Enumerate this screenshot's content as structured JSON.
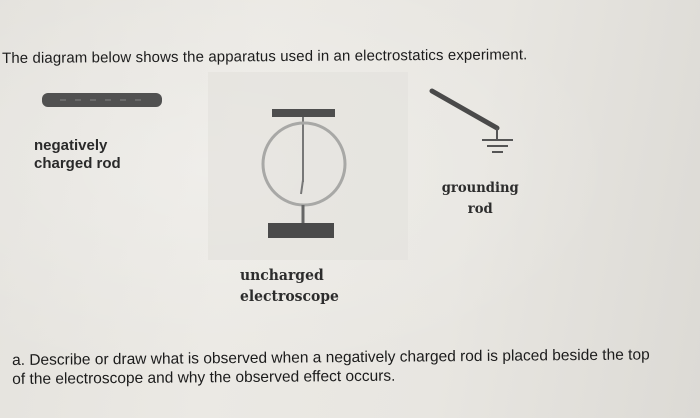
{
  "document": {
    "intro_text": "The diagram below shows the apparatus used in an electrostatics experiment.",
    "labels": {
      "rod_line1": "negatively",
      "rod_line2": "charged rod",
      "electroscope_line1": "uncharged",
      "electroscope_line2": "electroscope",
      "ground_line1": "grounding",
      "ground_line2": "rod"
    },
    "question": "a. Describe or draw what is observed when a negatively charged rod is placed beside the top of the electroscope and why the observed effect occurs."
  }
}
